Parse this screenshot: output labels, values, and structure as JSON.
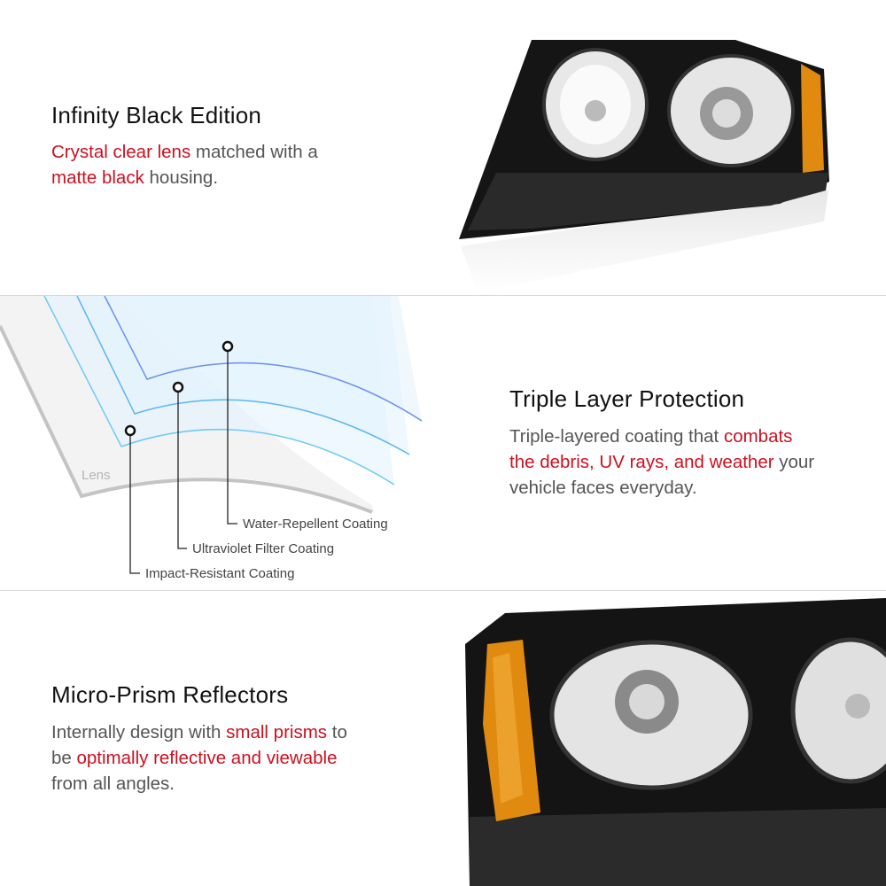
{
  "sections": [
    {
      "title": "Infinity Black Edition",
      "body": [
        {
          "text": "Crystal clear lens",
          "highlight": true
        },
        {
          "text": " matched with a",
          "highlight": false
        },
        {
          "text": "matte black",
          "highlight": true
        },
        {
          "text": " housing.",
          "highlight": false
        }
      ]
    },
    {
      "title": "Triple Layer Protection",
      "body": [
        {
          "text": "Triple-layered coating that ",
          "highlight": false
        },
        {
          "text": "combats",
          "highlight": true
        },
        {
          "text": "the debris, UV rays, and weather",
          "highlight": true
        },
        {
          "text": " your",
          "highlight": false
        },
        {
          "text": "vehicle faces everyday.",
          "highlight": false
        }
      ],
      "diagram": {
        "lens_label": "Lens",
        "layers": [
          "Water-Repellent Coating",
          "Ultraviolet Filter Coating",
          "Impact-Resistant Coating"
        ]
      }
    },
    {
      "title": "Micro-Prism Reflectors",
      "body": [
        {
          "text": "Internally design with ",
          "highlight": false
        },
        {
          "text": "small prisms",
          "highlight": true
        },
        {
          "text": " to",
          "highlight": false
        },
        {
          "text": "be ",
          "highlight": false
        },
        {
          "text": "optimally reflective and viewable",
          "highlight": true
        },
        {
          "text": "from all angles.",
          "highlight": false
        }
      ]
    }
  ],
  "colors": {
    "highlight": "#cc1020",
    "text": "#555555",
    "title": "#111111",
    "amber": "#e08a10",
    "housing": "#141414"
  }
}
